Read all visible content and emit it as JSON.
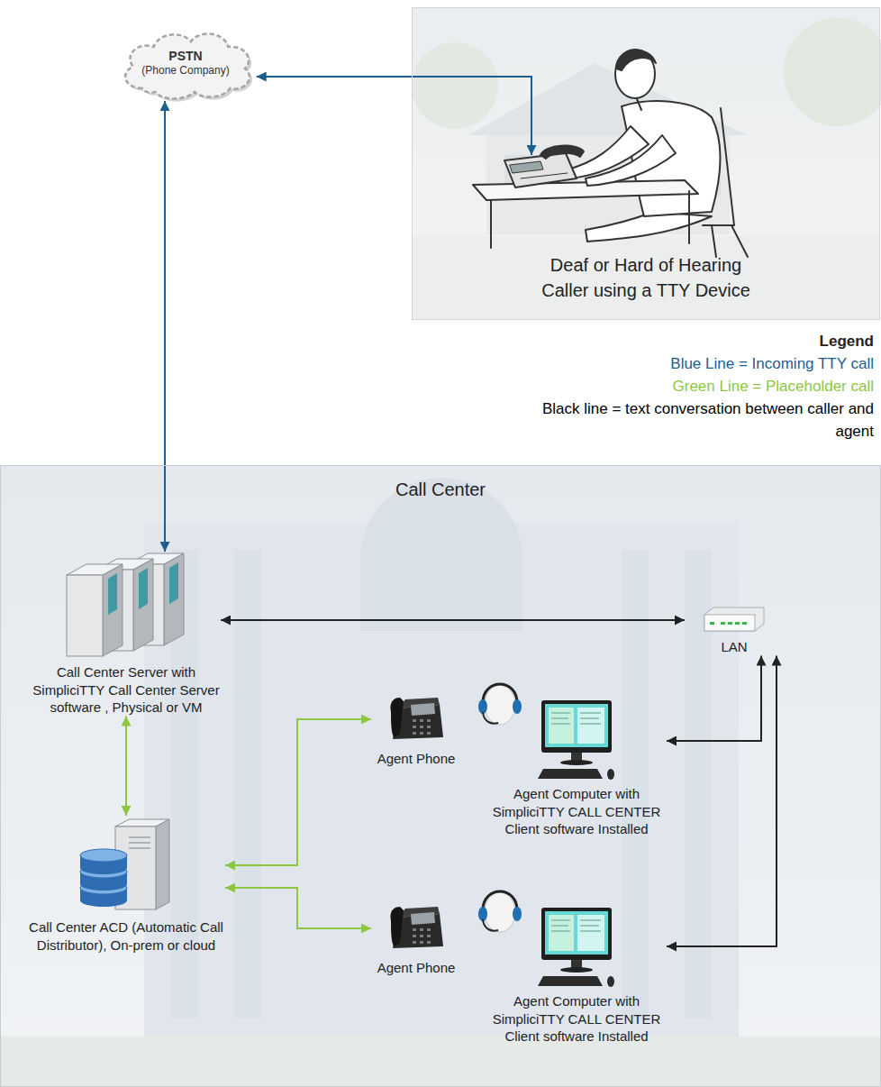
{
  "diagram": {
    "nodes": [
      {
        "text": [
          "PSTN",
          "(Phone Company)"
        ]
      },
      {
        "text": [
          "Deaf or Hard of Hearing Caller using a TTY Device"
        ]
      },
      {
        "text": [
          "Call Center"
        ]
      },
      {
        "text": [
          "Call Center Server with SimpliciTTY Call Center Server software , Physical or VM"
        ],
        "in": 2
      },
      {
        "text": [
          "LAN"
        ],
        "in": 2
      },
      {
        "text": [
          "Agent Phone"
        ],
        "in": 2
      },
      {
        "text": [
          "Agent Computer with SimpliciTTY CALL CENTER Client software Installed"
        ],
        "in": 2
      },
      {
        "text": [
          "Call Center ACD (Automatic Call Distributor), On-prem or cloud"
        ],
        "in": 2
      },
      {
        "text": [
          "Agent Phone"
        ],
        "in": 2
      },
      {
        "text": [
          "Agent Computer with SimpliciTTY CALL CENTER Client software Installed"
        ],
        "in": 2
      }
    ],
    "edges": [
      {
        "from": 0,
        "to": 1,
        "arrow": "both"
      },
      {
        "from": 0,
        "to": 3,
        "arrow": "both"
      },
      {
        "from": 3,
        "to": 4,
        "arrow": "both"
      },
      {
        "from": 3,
        "to": 7,
        "arrow": "both"
      },
      {
        "from": 7,
        "to": 5,
        "arrow": "both"
      },
      {
        "from": 7,
        "to": 8,
        "arrow": "both"
      },
      {
        "from": 4,
        "to": 6,
        "arrow": "both"
      },
      {
        "from": 4,
        "to": 9,
        "arrow": "both"
      }
    ],
    "labels": [
      "Legend"
    ],
    "legend": [
      {
        "text": "Blue Line = Incoming TTY call",
        "color": "#1b5e8f"
      },
      {
        "text": "Green Line = Placeholder call",
        "color": "#8dc63f"
      },
      {
        "text": "Black line = text conversation between caller and agent",
        "color": "#000000"
      }
    ]
  }
}
